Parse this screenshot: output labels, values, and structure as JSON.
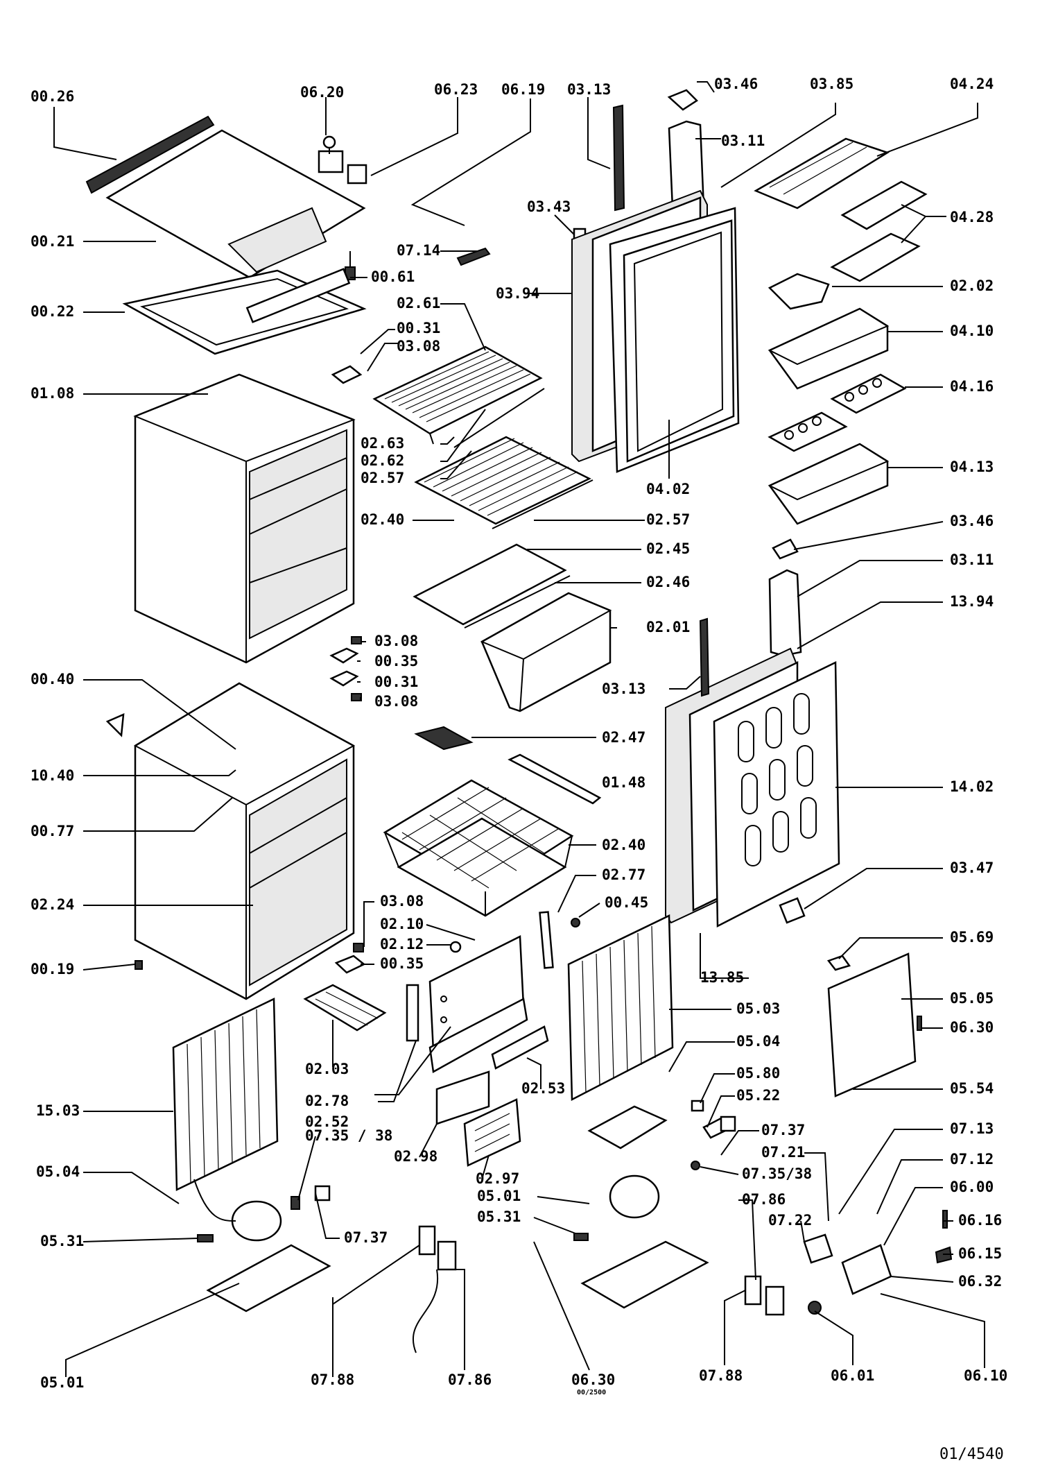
{
  "labels": {
    "l0026": "00.26",
    "l0620": "06.20",
    "l0623": "06.23",
    "l0619": "06.19",
    "l0313a": "03.13",
    "l0346a": "03.46",
    "l0385": "03.85",
    "l0424": "04.24",
    "l0311a": "03.11",
    "l0021": "00.21",
    "l0343": "03.43",
    "l0428": "04.28",
    "l0714": "07.14",
    "l0061": "00.61",
    "l0394": "03.94",
    "l0202": "02.02",
    "l0022": "00.22",
    "l0261": "02.61",
    "l0031a": "00.31",
    "l0308a": "03.08",
    "l0410": "04.10",
    "l0108": "01.08",
    "l0416": "04.16",
    "l0263": "02.63",
    "l0262": "02.62",
    "l0257a": "02.57",
    "l0413": "04.13",
    "l0402": "04.02",
    "l0240a": "02.40",
    "l0257b": "02.57",
    "l0346b": "03.46",
    "l0245": "02.45",
    "l0311b": "03.11",
    "l0246": "02.46",
    "l1394": "13.94",
    "l0201": "02.01",
    "l0308b": "03.08",
    "l0035a": "00.35",
    "l0040": "00.40",
    "l0031b": "00.31",
    "l0313b": "03.13",
    "l0308c": "03.08",
    "l0247": "02.47",
    "l1040": "10.40",
    "l0148": "01.48",
    "l1402": "14.02",
    "l0077": "00.77",
    "l0240b": "02.40",
    "l0347": "03.47",
    "l0277": "02.77",
    "l0308d": "03.08",
    "l0224": "02.24",
    "l0045": "00.45",
    "l0210": "02.10",
    "l0569": "05.69",
    "l0212": "02.12",
    "l0019": "00.19",
    "l0035b": "00.35",
    "l1385": "13.85",
    "l0505": "05.05",
    "l0503": "05.03",
    "l0630a": "06.30",
    "l0203": "02.03",
    "l0504a": "05.04",
    "l0278": "02.78",
    "l0580": "05.80",
    "l0253": "02.53",
    "l0554": "05.54",
    "l0252": "02.52",
    "l0522": "05.22",
    "l1503": "15.03",
    "l0737a": "07.37",
    "l0713": "07.13",
    "l073538a": "07.35 / 38",
    "l0298": "02.98",
    "l0721": "07.21",
    "l0712": "07.12",
    "l0297": "02.97",
    "l073538b": "07.35/38",
    "l0504b": "05.04",
    "l0501a": "05.01",
    "l0600": "06.00",
    "l0786a": "07.86",
    "l0531a": "05.31",
    "l0722": "07.22",
    "l0616": "06.16",
    "l0737b": "07.37",
    "l0531b": "05.31",
    "l0615": "06.15",
    "l0632": "06.32",
    "l0501b": "05.01",
    "l0788a": "07.88",
    "l0786b": "07.86",
    "l0630b": "06.30",
    "l0788b": "07.88",
    "l0601": "06.01",
    "l0610": "06.10"
  },
  "small_note": "00/2500",
  "document_number": "01/4540"
}
